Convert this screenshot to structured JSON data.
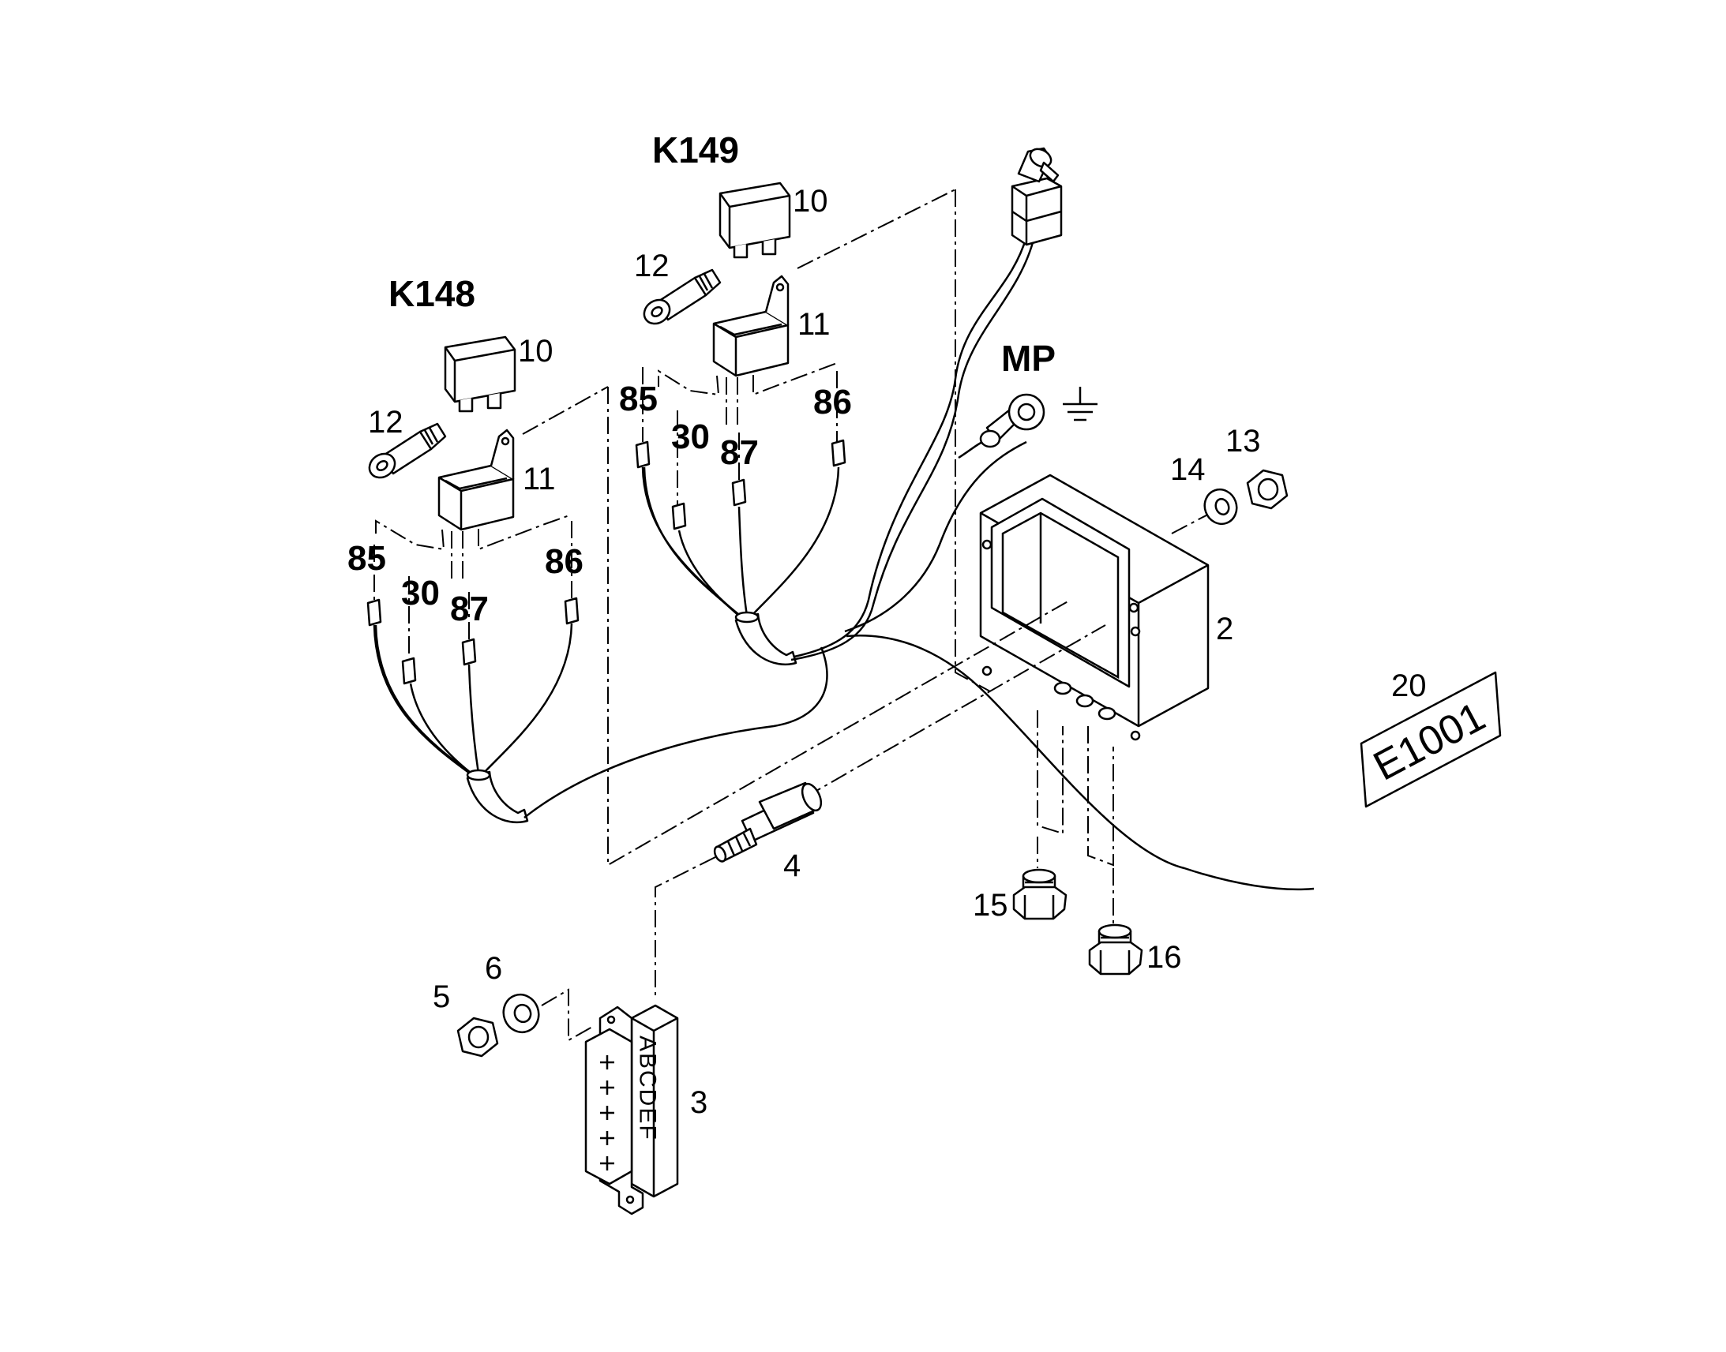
{
  "labels": {
    "k149": "K149",
    "k148": "K148",
    "mp": "MP",
    "relay_k149": "10",
    "relay_k148": "10",
    "screw_k149": "12",
    "screw_k148": "12",
    "holder_k149": "11",
    "holder_k148": "11",
    "box": "2",
    "terminal_strip": "3",
    "bushing": "4",
    "nut_small": "5",
    "washer_small": "6",
    "nut_box": "13",
    "washer_box": "14",
    "gland_15": "15",
    "gland_16": "16",
    "plate": "20"
  },
  "pins_k149": {
    "p85": "85",
    "p30": "30",
    "p87": "87",
    "p86": "86"
  },
  "pins_k148": {
    "p85": "85",
    "p30": "30",
    "p87": "87",
    "p86": "86"
  },
  "plate_text": "E1001",
  "strip_letters": "ABCDEF",
  "icons": {
    "ground": "ground-symbol-icon",
    "ring": "ring-terminal-icon"
  }
}
